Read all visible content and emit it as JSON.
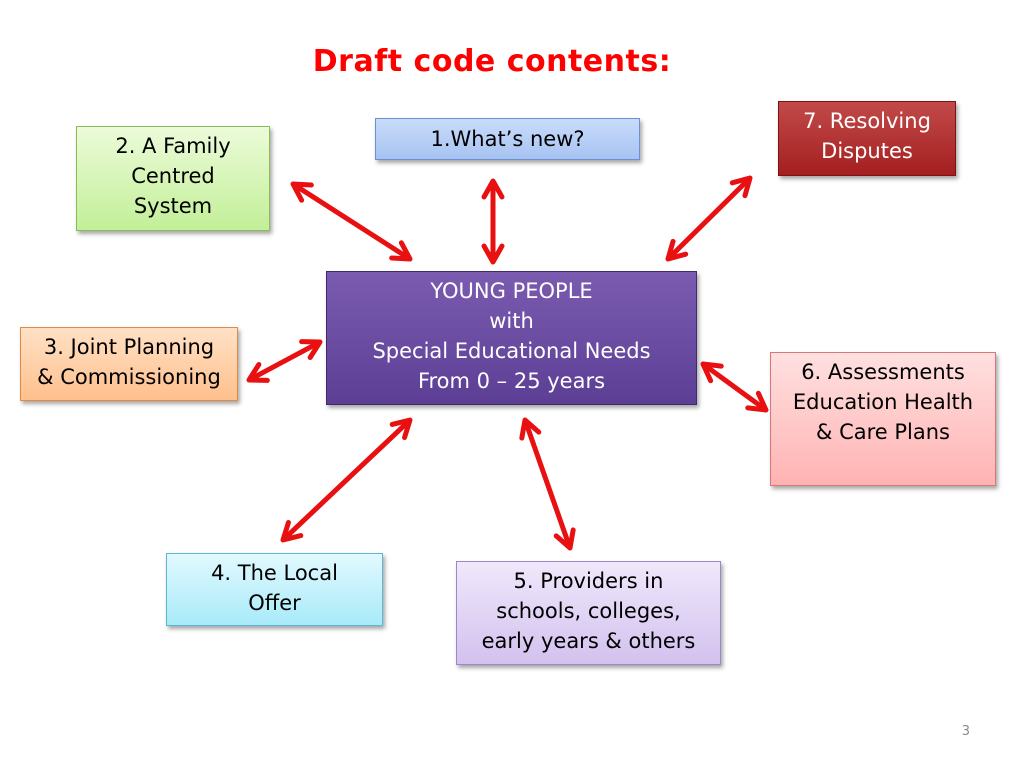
{
  "title": "Draft code contents:",
  "colors": {
    "title": "#ff0000",
    "arrow": "#e81010",
    "center": "#6a4ca3",
    "resolving": "#b02a2a"
  },
  "center": {
    "lines": "YOUNG PEOPLE\nwith\nSpecial Educational Needs\nFrom 0 – 25 years"
  },
  "boxes": {
    "b1": "1.What’s new?",
    "b2": "2. A Family\nCentred\nSystem",
    "b3": "3. Joint Planning\n& Commissioning",
    "b4": "4. The Local\nOffer",
    "b5": "5. Providers in\nschools, colleges,\nearly years & others",
    "b6": "6. Assessments\nEducation Health\n& Care Plans",
    "b7": "7. Resolving\nDisputes"
  },
  "page_number": "3"
}
